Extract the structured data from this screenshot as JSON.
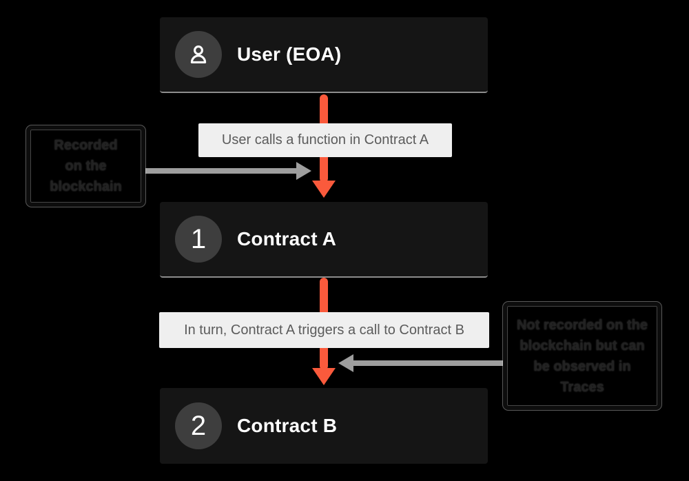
{
  "nodes": {
    "user": {
      "title": "User (EOA)",
      "badge_icon": "user-icon"
    },
    "contract_a": {
      "badge": "1",
      "title": "Contract A"
    },
    "contract_b": {
      "badge": "2",
      "title": "Contract B"
    }
  },
  "edges": [
    {
      "label": "User calls a function in Contract A"
    },
    {
      "label": "In turn, Contract A triggers a call to Contract B"
    }
  ],
  "annotations": {
    "left": {
      "text": "Recorded on the blockchain",
      "lines": [
        "Recorded",
        "on the",
        "blockchain"
      ]
    },
    "right": {
      "text": "Not recorded on the blockchain but can be observed in Traces",
      "lines": [
        "Not recorded on the",
        "blockchain but can",
        "be observed in",
        "Traces"
      ]
    }
  },
  "colors": {
    "background": "#000000",
    "node_background": "#151515",
    "node_bottom_line": "#8d8d8d",
    "badge_circle": "#3e3e3e",
    "node_title_text": "#ffffff",
    "flow_arrow": "#fa5a3c",
    "annotation_arrow": "#9e9e9e",
    "step_label_background": "#efefef",
    "step_label_text": "#5b5b5b",
    "note_text": "#222222"
  }
}
